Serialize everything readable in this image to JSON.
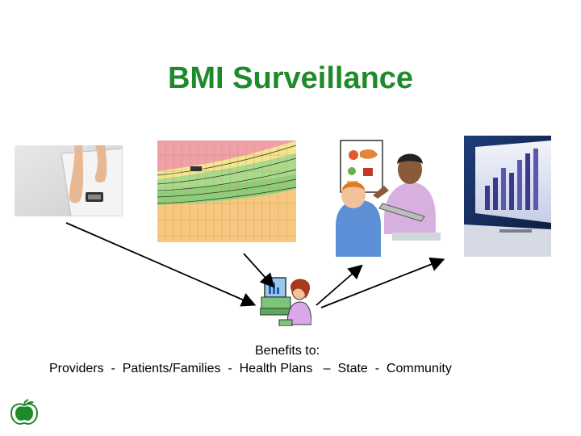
{
  "slide": {
    "title": "BMI Surveillance",
    "benefits_heading": "Benefits to:",
    "benefits_list": "Providers  -  Patients/Families  -  Health Plans   –  State  -  Community"
  },
  "images": {
    "scale_photo": "feet-on-scale-photo",
    "bmi_chart": "bmi-for-age-growth-chart",
    "consultation": "doctor-patient-consultation-clipart",
    "monitor": "computer-monitor-bar-chart-photo",
    "computer_user": "woman-at-computer-clipart",
    "logo": "apple-logo-icon"
  },
  "colors": {
    "title": "#1f8a2a",
    "arrow": "#000000",
    "chart_red": "#f0a0a8",
    "chart_yellow": "#f4ec8c",
    "chart_green": "#a8dc8c",
    "chart_orange": "#f8c880"
  }
}
